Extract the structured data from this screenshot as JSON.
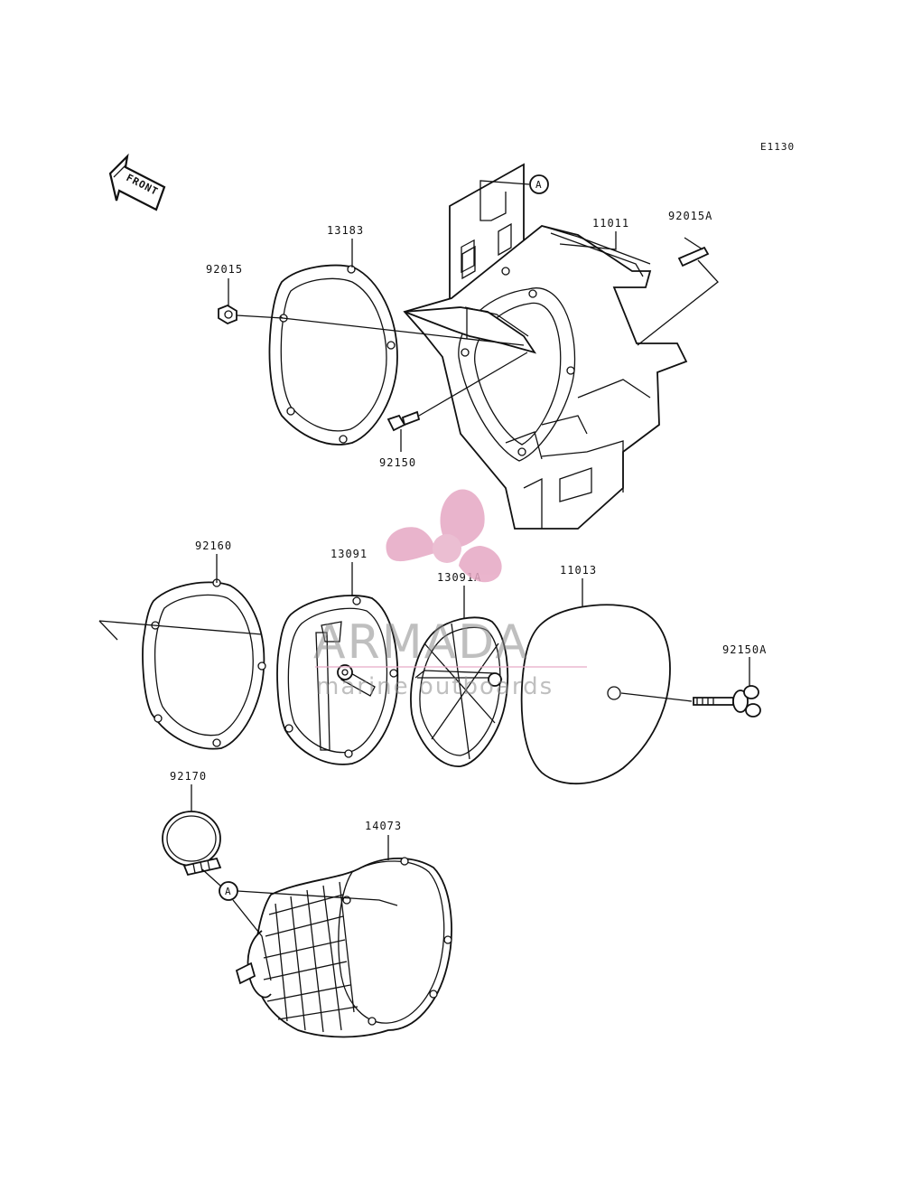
{
  "diagram": {
    "code": "E1130",
    "front_label": "FRONT",
    "ref_marker": "A",
    "parts": [
      {
        "id": "p-11011",
        "label": "11011"
      },
      {
        "id": "p-92015A",
        "label": "92015A"
      },
      {
        "id": "p-13183",
        "label": "13183"
      },
      {
        "id": "p-92015",
        "label": "92015"
      },
      {
        "id": "p-92150",
        "label": "92150"
      },
      {
        "id": "p-92160",
        "label": "92160"
      },
      {
        "id": "p-13091",
        "label": "13091"
      },
      {
        "id": "p-13091A",
        "label": "13091A"
      },
      {
        "id": "p-11013",
        "label": "11013"
      },
      {
        "id": "p-92150A",
        "label": "92150A"
      },
      {
        "id": "p-92170",
        "label": "92170"
      },
      {
        "id": "p-14073",
        "label": "14073"
      }
    ]
  },
  "watermark": {
    "brand": "ARMADA",
    "tagline": "marine outboards",
    "colors": {
      "logo": "#e6a8c4",
      "logo_center": "#e8b3cb",
      "text": "#8a8a8a"
    }
  }
}
